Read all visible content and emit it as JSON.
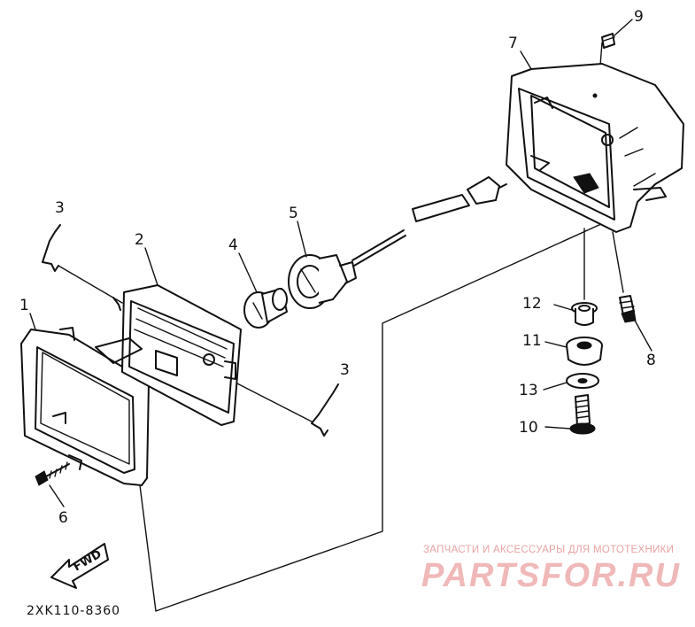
{
  "labels": {
    "p1": "1",
    "p2": "2",
    "p3a": "3",
    "p3b": "3",
    "p4": "4",
    "p5": "5",
    "p6": "6",
    "p7": "7",
    "p8": "8",
    "p9": "9",
    "p10": "10",
    "p11": "11",
    "p12": "12",
    "p13": "13"
  },
  "fwd_arrow": "FWD",
  "diagram_code": "2XK110-8360",
  "watermark": {
    "tagline": "ЗАПЧАСТИ И АКСЕССУАРЫ ДЛЯ МОТОТЕХНИКИ",
    "brand": "PARTSFOR.RU"
  },
  "colors": {
    "ink": "#111111",
    "watermark": "#f0b8b8"
  }
}
